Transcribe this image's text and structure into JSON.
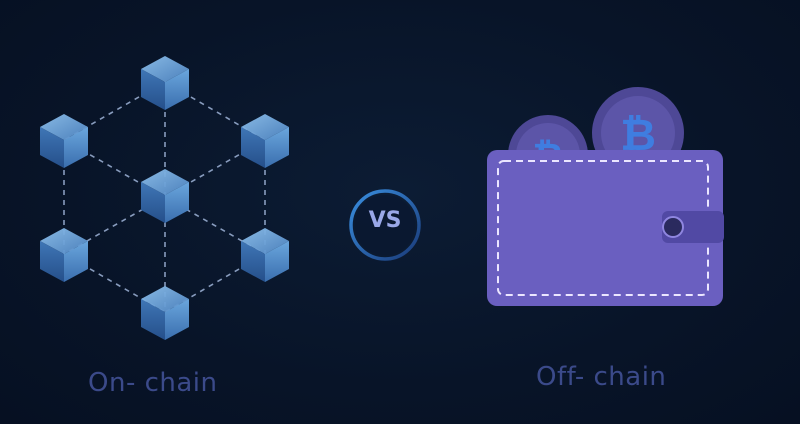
{
  "labels": {
    "on_chain": "On- chain",
    "off_chain": "Off- chain",
    "versus": "VS"
  },
  "icons": {
    "network": "blockchain-network-icon",
    "wallet": "wallet-icon",
    "coin": "bitcoin-coin-icon",
    "vs_ring": "vs-ring-icon"
  },
  "colors": {
    "background": "#081428",
    "cube": "#5a95d0",
    "wallet": "#6a5fc0",
    "coin": "#5c55a8",
    "label": "#3b4a8a",
    "vs": "#9aa8e8"
  }
}
